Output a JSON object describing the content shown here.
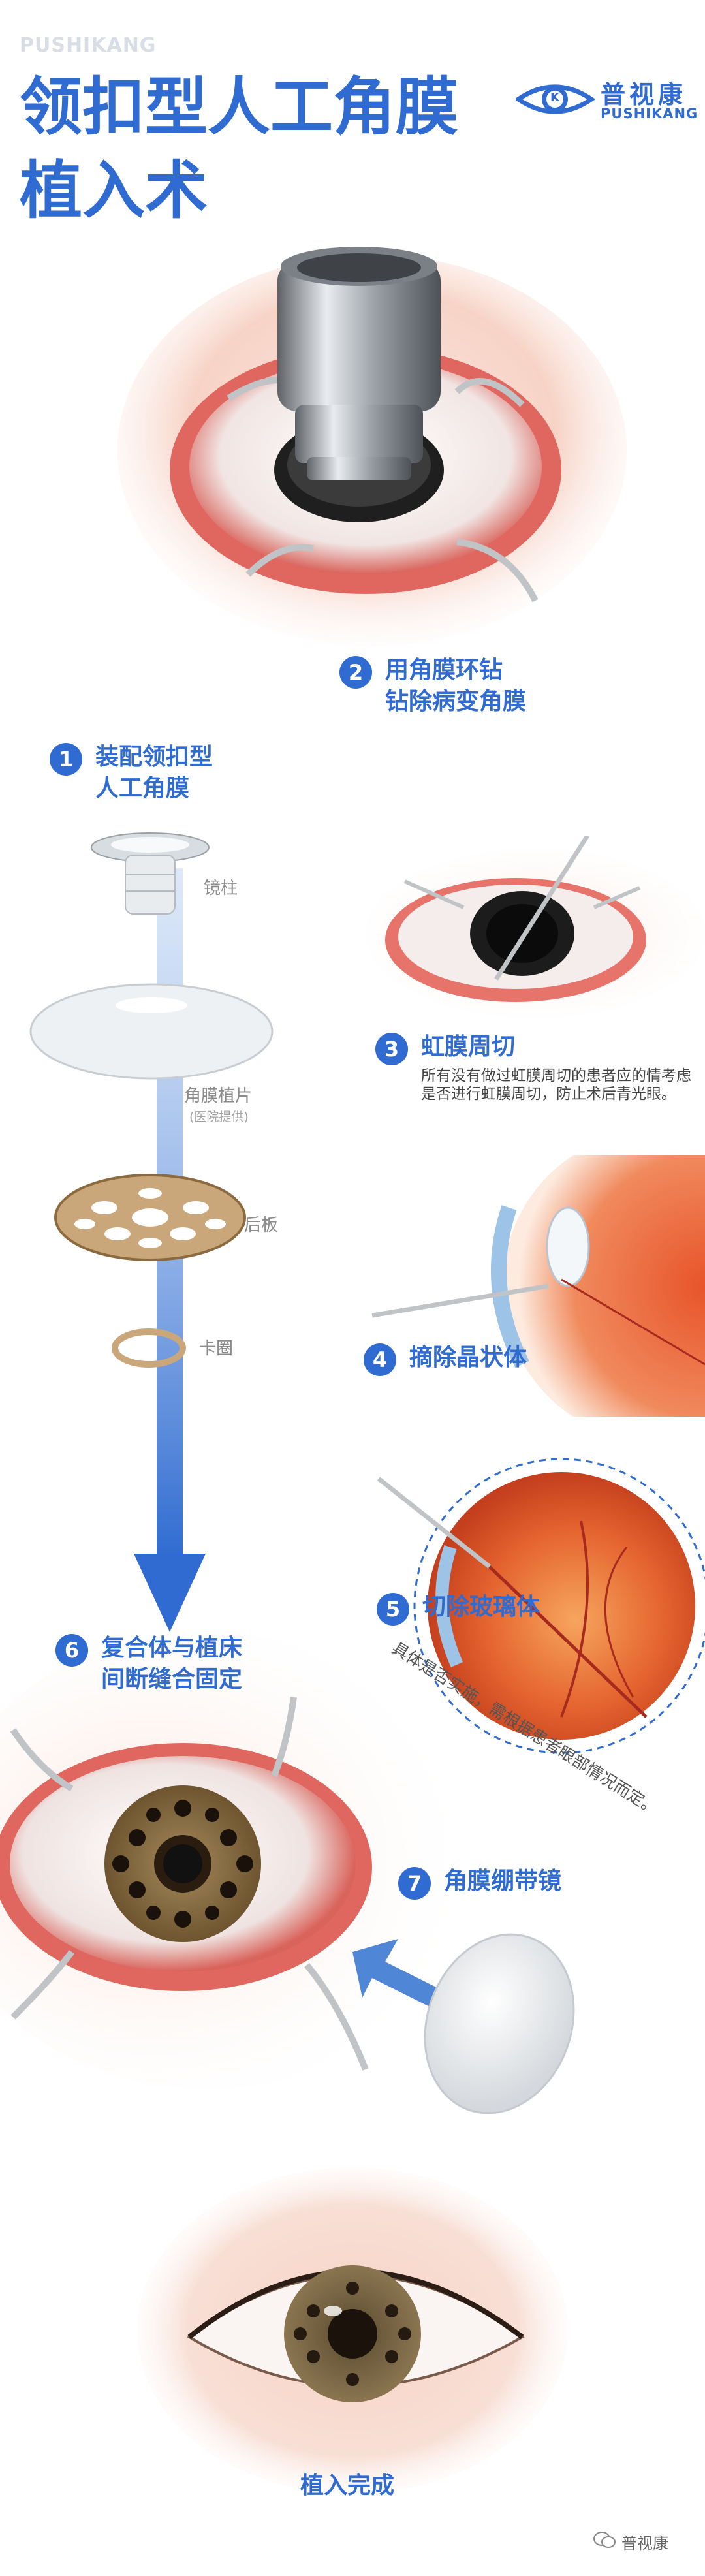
{
  "brand_watermark": "PUSHIKANG",
  "title": "领扣型人工角膜植入术",
  "logo": {
    "cn": "普视康",
    "en": "PUSHIKANG",
    "mark": "K",
    "icon": "eye-logo-icon"
  },
  "steps": [
    {
      "num": "1",
      "line1": "装配领扣型",
      "line2": "人工角膜"
    },
    {
      "num": "2",
      "line1": "用角膜环钻",
      "line2": "钻除病变角膜"
    },
    {
      "num": "3",
      "line1": "虹膜周切",
      "note": "所有没有做过虹膜周切的患者应的情考虑是否进行虹膜周切，防止术后青光眼。"
    },
    {
      "num": "4",
      "line1": "摘除晶状体"
    },
    {
      "num": "5",
      "line1": "切除玻璃体",
      "arc_note": "具体是否实施，需根据患者眼部情况而定。"
    },
    {
      "num": "6",
      "line1": "复合体与植床",
      "line2": "间断缝合固定"
    },
    {
      "num": "7",
      "line1": "角膜绷带镜"
    }
  ],
  "parts": {
    "stem": "镜柱",
    "corneal_graft": "角膜植片",
    "graft_note": "(医院提供)",
    "back_plate": "后板",
    "ring": "卡圈"
  },
  "final": "植入完成",
  "footer_watermark": "普视康",
  "colors": {
    "accent": "#2f6bd0",
    "skin": "#f6d6cb",
    "tissue": "#e8625c",
    "retina": "#e0562c"
  }
}
